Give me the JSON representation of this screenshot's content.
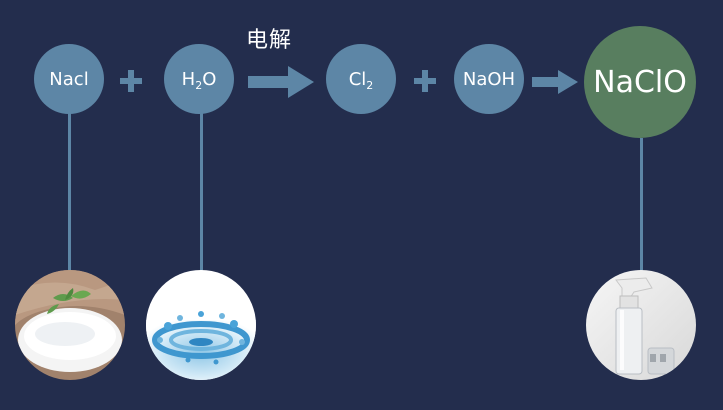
{
  "diagram": {
    "process_label": "电解",
    "nodes": {
      "nacl": {
        "text": "Nacl"
      },
      "h2o": {
        "main": "H",
        "sub": "2",
        "tail": "O"
      },
      "cl2": {
        "main": "Cl",
        "sub": "2"
      },
      "naoh": {
        "text": "NaOH"
      },
      "naclo": {
        "text": "NaClO"
      }
    },
    "icons": {
      "salt": "salt-bowl-icon",
      "water": "water-splash-icon",
      "spray": "spray-bottle-icon"
    },
    "colors": {
      "background": "#232d4d",
      "node": "#5d86a6",
      "product": "#587e5f",
      "text": "#ffffff"
    }
  }
}
